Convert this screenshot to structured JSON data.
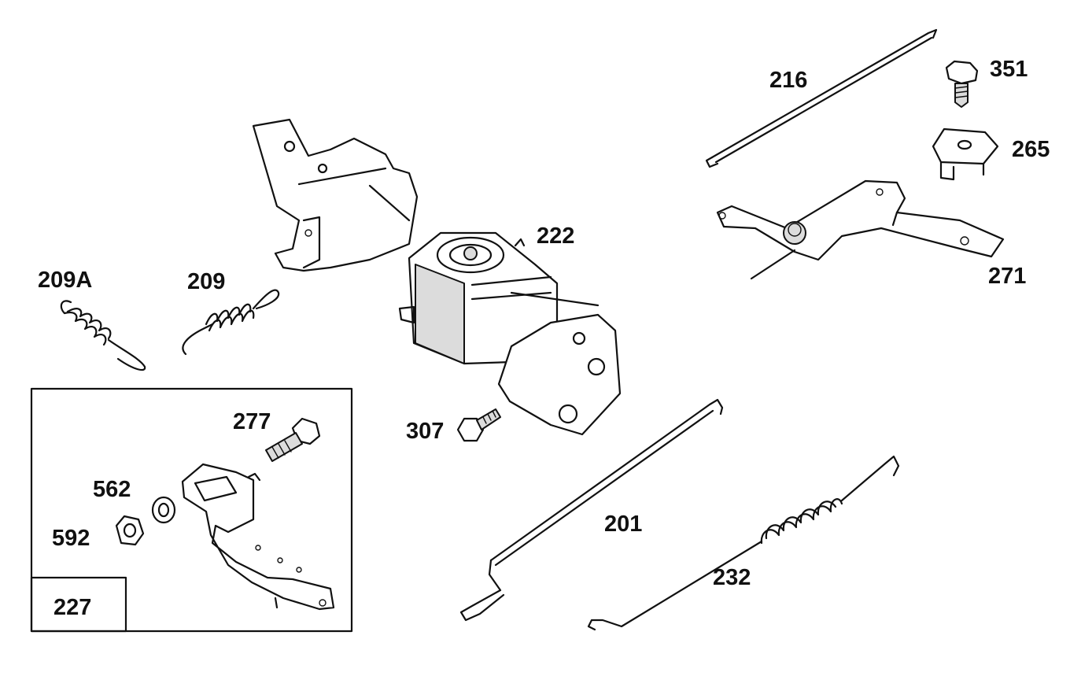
{
  "labels": {
    "p216": "216",
    "p351": "351",
    "p265": "265",
    "p271": "271",
    "p222": "222",
    "p209A": "209A",
    "p209": "209",
    "p277": "277",
    "p307": "307",
    "p562": "562",
    "p592": "592",
    "p227": "227",
    "p201": "201",
    "p232": "232"
  }
}
